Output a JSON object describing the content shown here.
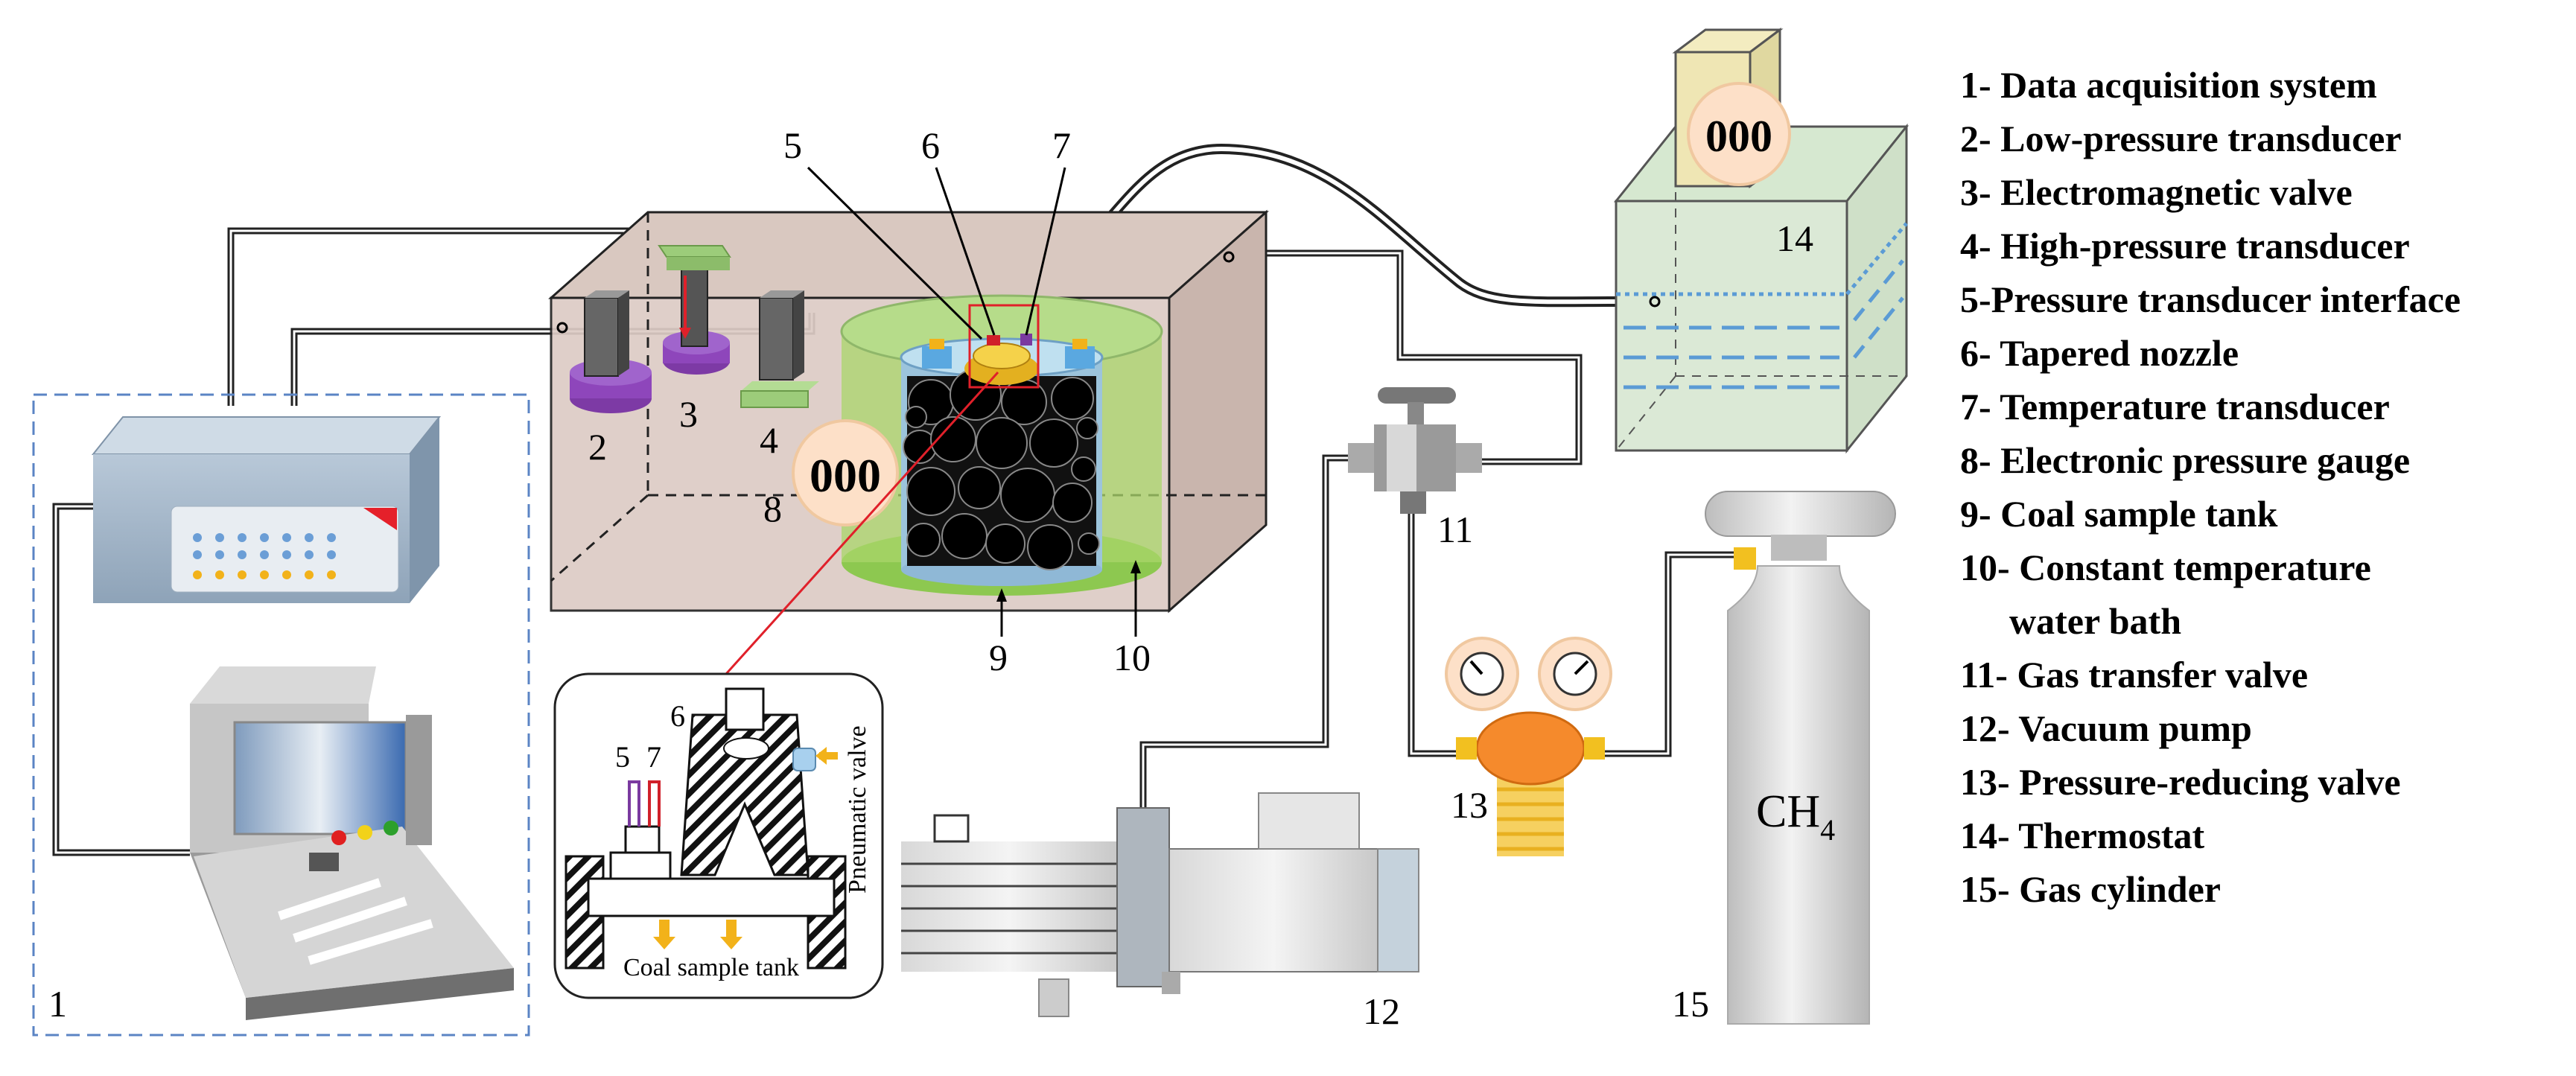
{
  "legend": [
    "1- Data acquisition system",
    "2- Low-pressure transducer",
    "3- Electromagnetic valve",
    "4- High-pressure transducer",
    "5-Pressure transducer interface",
    "6- Tapered nozzle",
    "7- Temperature transducer",
    "8- Electronic pressure gauge",
    "9- Coal sample tank",
    "10- Constant temperature",
    "water bath",
    "11- Gas transfer valve",
    "12- Vacuum pump",
    "13- Pressure-reducing valve",
    "14- Thermostat",
    "15- Gas cylinder"
  ],
  "labels": {
    "n1": "1",
    "n2": "2",
    "n3": "3",
    "n4": "4",
    "n5": "5",
    "n6": "6",
    "n7": "7",
    "n8": "8",
    "n9": "9",
    "n10": "10",
    "n11": "11",
    "n12": "12",
    "n13": "13",
    "n14": "14",
    "n15": "15"
  },
  "inset": {
    "n6": "6",
    "n5": "5",
    "n7": "7",
    "pneumatic": "Pneumatic valve",
    "tank": "Coal sample tank"
  },
  "gauge_display": "000",
  "thermo_display": "000",
  "cylinder": {
    "ch": "CH",
    "sub": "4"
  }
}
